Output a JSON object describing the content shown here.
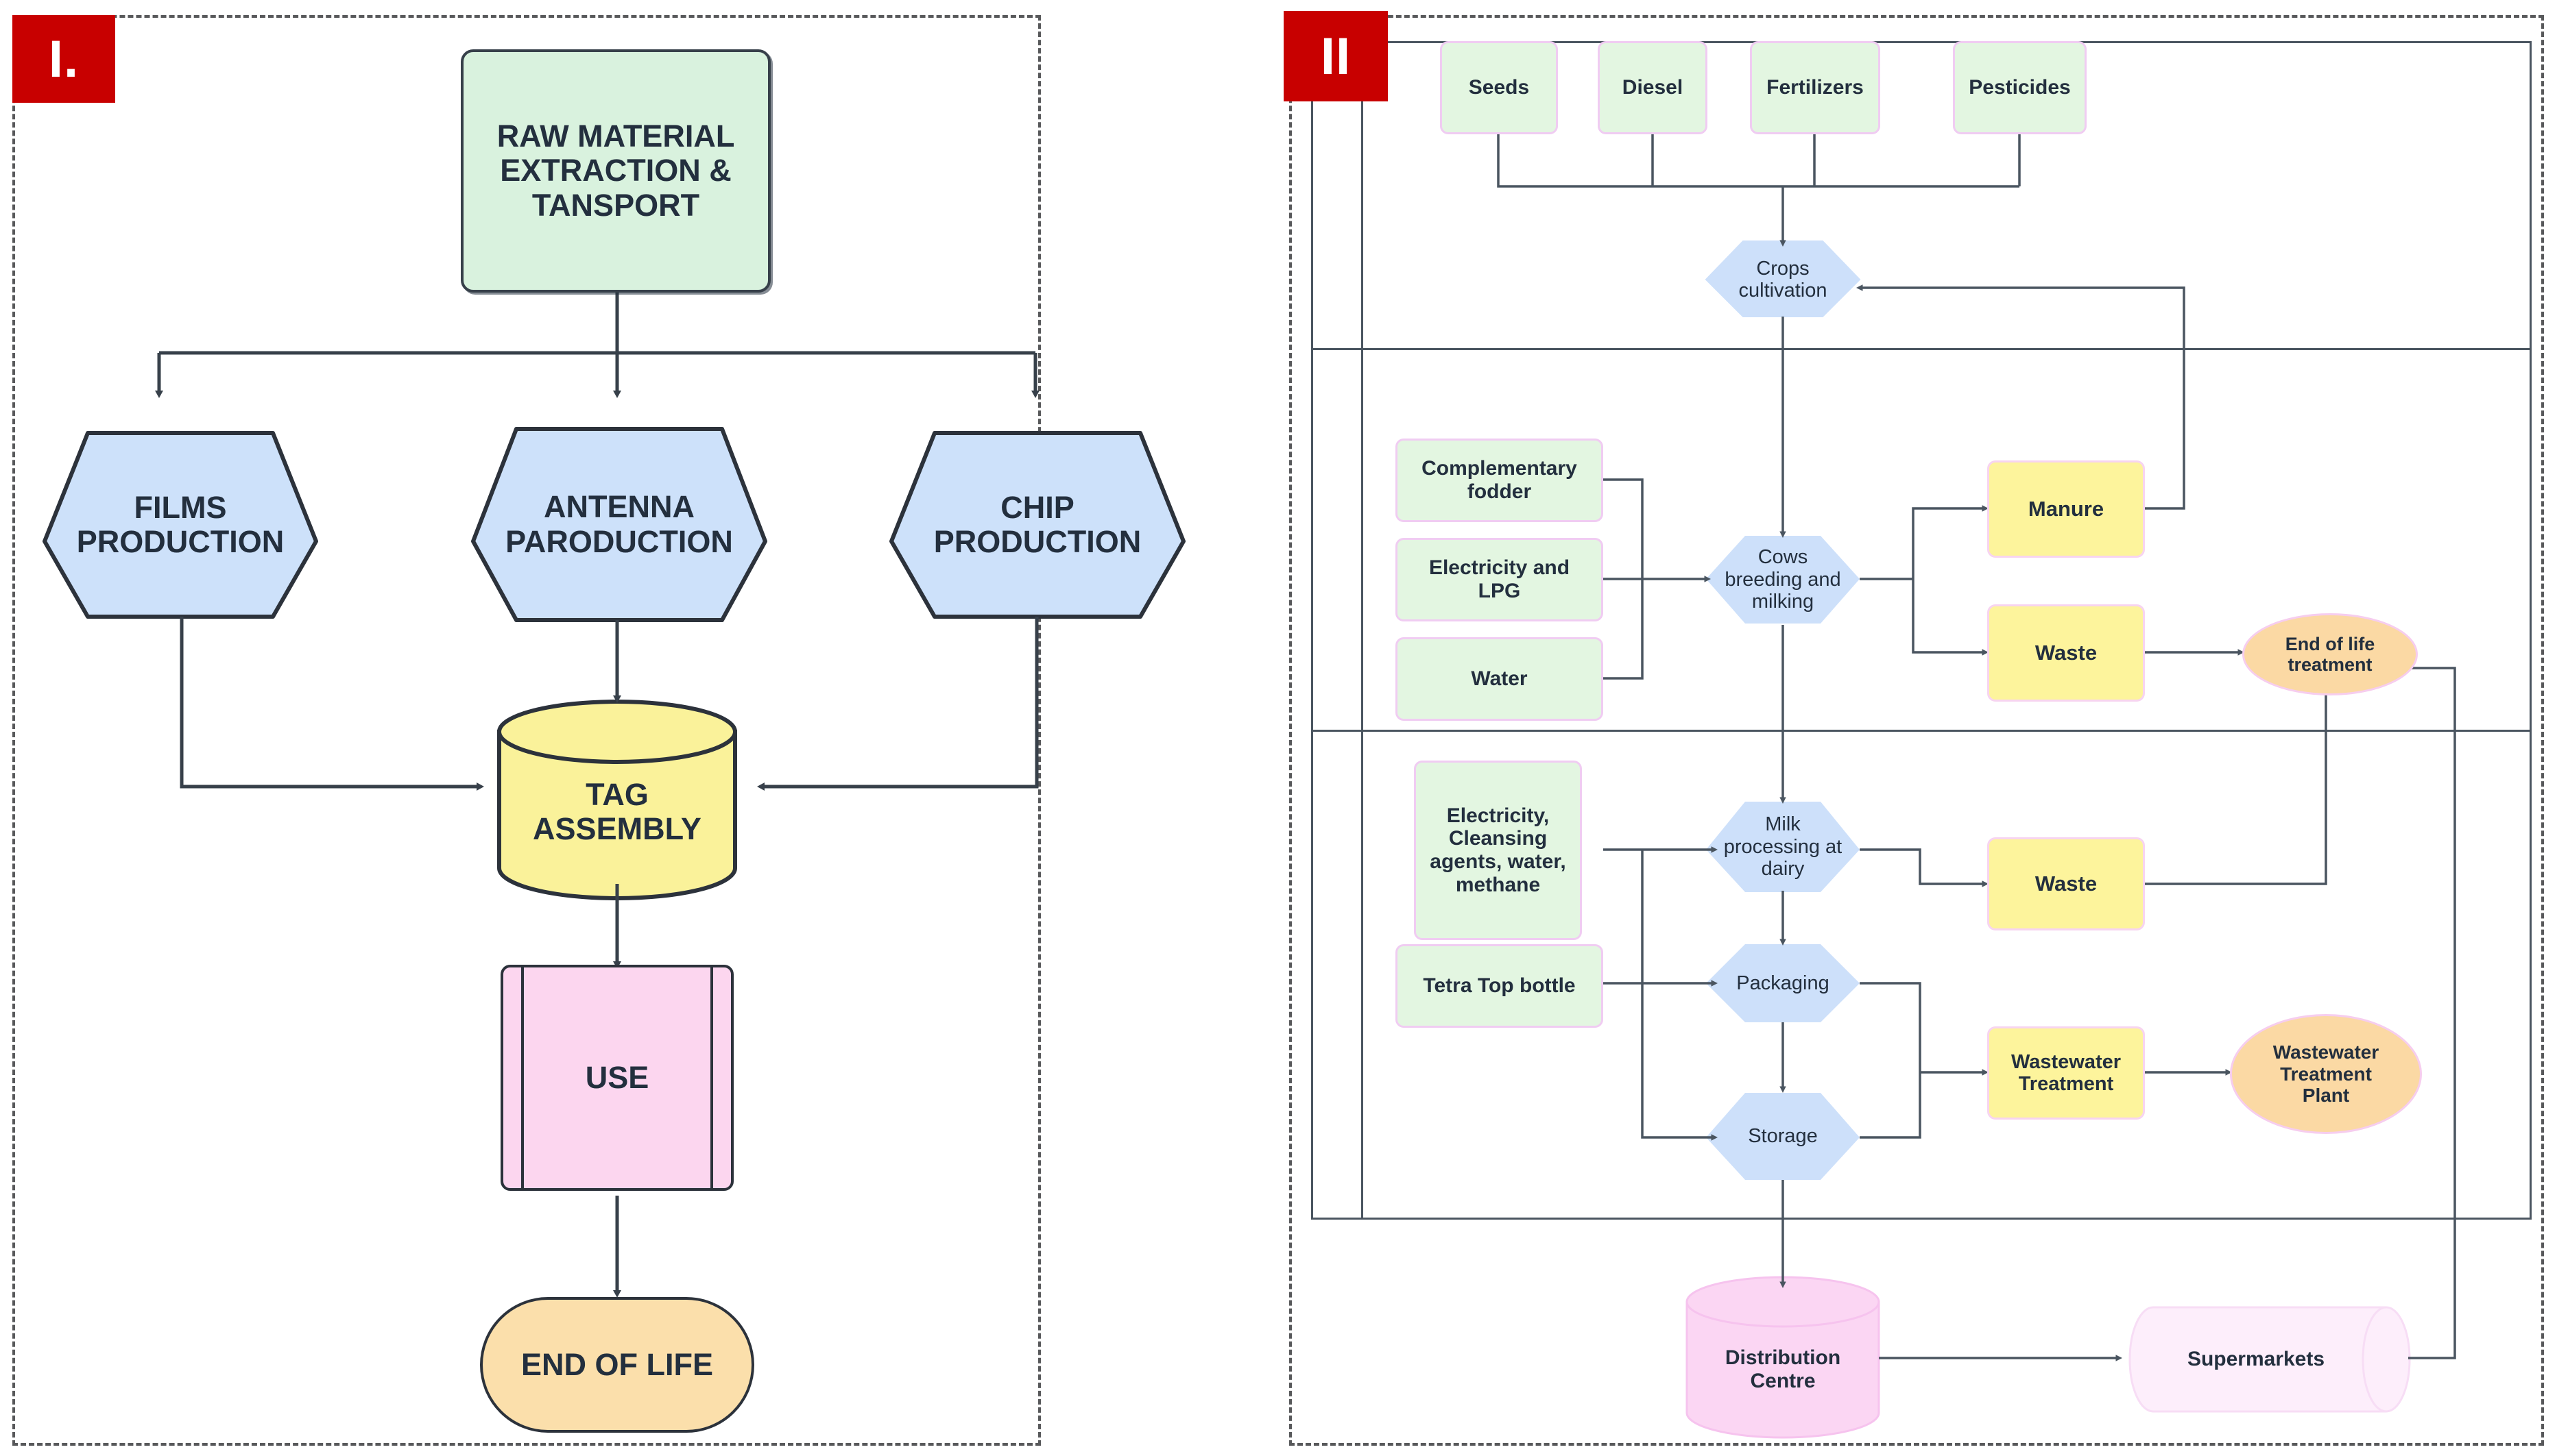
{
  "panels": [
    {
      "id": "I",
      "badge": "I."
    },
    {
      "id": "II",
      "badge": "II"
    }
  ],
  "colors": {
    "badge_red": "#c80000",
    "panel_border": "#58595b",
    "green_fill": "#e3f6e1",
    "blue_fill": "#cde0fa",
    "yellow_fill": "#fdf49c",
    "orange_fill": "#fbd9a4",
    "pink_fill": "#fcd6ef",
    "pink_light_fill": "#fdeefb",
    "lilac_stroke": "#f0ccf2",
    "dark_stroke": "#2c323b",
    "text": "#232f3e"
  },
  "panel1": {
    "title": "I.",
    "nodes": [
      {
        "key": "raw_material",
        "label": "RAW MATERIAL EXTRACTION & TANSPORT",
        "shape": "rounded-rectangle",
        "fill": "green"
      },
      {
        "key": "films",
        "label": "FILMS PRODUCTION",
        "shape": "hexagon",
        "fill": "blue"
      },
      {
        "key": "antenna",
        "label": "ANTENNA PARODUCTION",
        "shape": "hexagon",
        "fill": "blue"
      },
      {
        "key": "chip",
        "label": "CHIP PRODUCTION",
        "shape": "hexagon",
        "fill": "blue"
      },
      {
        "key": "tag_assembly",
        "label": "TAG ASSEMBLY",
        "shape": "cylinder",
        "fill": "yellow"
      },
      {
        "key": "use",
        "label": "USE",
        "shape": "predefined-process",
        "fill": "pink"
      },
      {
        "key": "end_of_life",
        "label": "END OF LIFE",
        "shape": "stadium",
        "fill": "orange"
      }
    ],
    "edges": [
      {
        "from": "raw_material",
        "to": "films"
      },
      {
        "from": "raw_material",
        "to": "antenna"
      },
      {
        "from": "raw_material",
        "to": "chip"
      },
      {
        "from": "films",
        "to": "tag_assembly"
      },
      {
        "from": "antenna",
        "to": "tag_assembly"
      },
      {
        "from": "chip",
        "to": "tag_assembly"
      },
      {
        "from": "tag_assembly",
        "to": "use"
      },
      {
        "from": "use",
        "to": "end_of_life"
      }
    ]
  },
  "panel2": {
    "title": "II",
    "lanes": [
      {
        "key": "lane_cultivation",
        "label": ""
      },
      {
        "key": "lane_breeding",
        "label": ""
      },
      {
        "key": "lane_dairy",
        "label": ""
      }
    ],
    "nodes": [
      {
        "key": "seeds",
        "label": "Seeds",
        "shape": "rounded-rectangle",
        "fill": "green"
      },
      {
        "key": "diesel",
        "label": "Diesel",
        "shape": "rounded-rectangle",
        "fill": "green"
      },
      {
        "key": "fertilizers",
        "label": "Fertilizers",
        "shape": "rounded-rectangle",
        "fill": "green"
      },
      {
        "key": "pesticides",
        "label": "Pesticides",
        "shape": "rounded-rectangle",
        "fill": "green"
      },
      {
        "key": "crops",
        "label": "Crops cultivation",
        "shape": "hexagon",
        "fill": "blue"
      },
      {
        "key": "fodder",
        "label": "Complementary fodder",
        "shape": "rounded-rectangle",
        "fill": "green"
      },
      {
        "key": "elec_lpg",
        "label": "Electricity and LPG",
        "shape": "rounded-rectangle",
        "fill": "green"
      },
      {
        "key": "water",
        "label": "Water",
        "shape": "rounded-rectangle",
        "fill": "green"
      },
      {
        "key": "cows",
        "label": "Cows breeding and milking",
        "shape": "hexagon",
        "fill": "blue"
      },
      {
        "key": "manure",
        "label": "Manure",
        "shape": "rounded-rectangle",
        "fill": "yellow"
      },
      {
        "key": "waste1",
        "label": "Waste",
        "shape": "rounded-rectangle",
        "fill": "yellow"
      },
      {
        "key": "eol_treat",
        "label": "End of life treatment",
        "shape": "ellipse",
        "fill": "orange"
      },
      {
        "key": "elec_clean",
        "label": "Electricity, Cleansing agents, water, methane",
        "shape": "rounded-rectangle",
        "fill": "green"
      },
      {
        "key": "tetra",
        "label": "Tetra Top bottle",
        "shape": "rounded-rectangle",
        "fill": "green"
      },
      {
        "key": "milk_proc",
        "label": "Milk processing at dairy",
        "shape": "hexagon",
        "fill": "blue"
      },
      {
        "key": "packaging",
        "label": "Packaging",
        "shape": "hexagon",
        "fill": "blue"
      },
      {
        "key": "storage",
        "label": "Storage",
        "shape": "hexagon",
        "fill": "blue"
      },
      {
        "key": "waste2",
        "label": "Waste",
        "shape": "rounded-rectangle",
        "fill": "yellow"
      },
      {
        "key": "wastewater",
        "label": "Wastewater Treatment",
        "shape": "rounded-rectangle",
        "fill": "yellow"
      },
      {
        "key": "wwtp",
        "label": "Wastewater Treatment Plant",
        "shape": "ellipse",
        "fill": "orange"
      },
      {
        "key": "distribution",
        "label": "Distribution Centre",
        "shape": "cylinder",
        "fill": "pink"
      },
      {
        "key": "supermarkets",
        "label": "Supermarkets",
        "shape": "cylinder-horizontal",
        "fill": "pink-light"
      }
    ],
    "edges": [
      {
        "from": "seeds",
        "to": "crops"
      },
      {
        "from": "diesel",
        "to": "crops"
      },
      {
        "from": "fertilizers",
        "to": "crops"
      },
      {
        "from": "pesticides",
        "to": "crops"
      },
      {
        "from": "crops",
        "to": "cows"
      },
      {
        "from": "fodder",
        "to": "cows"
      },
      {
        "from": "elec_lpg",
        "to": "cows"
      },
      {
        "from": "water",
        "to": "cows"
      },
      {
        "from": "cows",
        "to": "manure"
      },
      {
        "from": "cows",
        "to": "waste1"
      },
      {
        "from": "manure",
        "to": "crops"
      },
      {
        "from": "waste1",
        "to": "eol_treat"
      },
      {
        "from": "cows",
        "to": "milk_proc"
      },
      {
        "from": "elec_clean",
        "to": "milk_proc"
      },
      {
        "from": "elec_clean",
        "to": "storage"
      },
      {
        "from": "tetra",
        "to": "packaging"
      },
      {
        "from": "milk_proc",
        "to": "packaging"
      },
      {
        "from": "packaging",
        "to": "storage"
      },
      {
        "from": "milk_proc",
        "to": "waste2"
      },
      {
        "from": "packaging",
        "to": "wastewater"
      },
      {
        "from": "storage",
        "to": "wastewater"
      },
      {
        "from": "waste2",
        "to": "eol_treat"
      },
      {
        "from": "wastewater",
        "to": "wwtp"
      },
      {
        "from": "storage",
        "to": "distribution"
      },
      {
        "from": "distribution",
        "to": "supermarkets"
      },
      {
        "from": "supermarkets",
        "to": "eol_treat"
      }
    ]
  }
}
